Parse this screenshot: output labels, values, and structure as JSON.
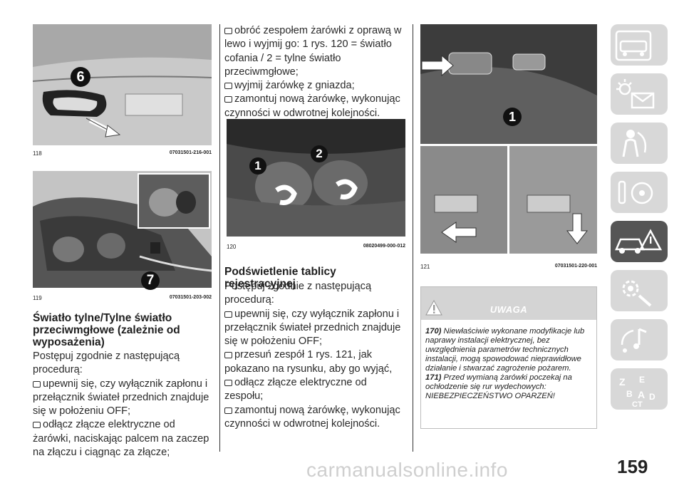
{
  "figures": {
    "f118": {
      "number": "118",
      "code": "07031501-216-001",
      "callout": "6"
    },
    "f119": {
      "number": "119",
      "code": "07031501-203-002",
      "callout": "7"
    },
    "f120": {
      "number": "120",
      "code": "08020499-000-012",
      "callout_a": "1",
      "callout_b": "2"
    },
    "f121": {
      "number": "121",
      "code": "07031501-220-001",
      "callout": "1"
    }
  },
  "section_rear_fog": {
    "heading": "Światło tylne/Tylne światło przeciwmgłowe (zależnie od wyposażenia)",
    "intro": "Postępuj zgodnie z następującą procedurą:",
    "steps": [
      "upewnij się, czy wyłącznik zapłonu i przełącznik świateł przednich znajduje się w położeniu OFF;",
      "odłącz złącze elektryczne od żarówki, naciskając palcem na zaczep na złączu i ciągnąc za złącze;"
    ]
  },
  "section_middle_top": {
    "steps": [
      "obróć zespołem żarówki z oprawą w lewo i wyjmij go: 1 rys. 120 = światło cofania / 2 = tylne światło przeciwmgłowe;",
      "wyjmij żarówkę z gniazda;",
      "zamontuj nową żarówkę, wykonując czynności w odwrotnej kolejności."
    ]
  },
  "section_plate": {
    "heading": "Podświetlenie tablicy rejestracyjnej",
    "intro": "Postępuj zgodnie z następującą procedurą:",
    "steps": [
      "upewnij się, czy wyłącznik zapłonu i przełącznik świateł przednich znajduje się w położeniu OFF;",
      "przesuń zespół 1 rys. 121, jak pokazano na rysunku, aby go wyjąć,",
      "odłącz złącze elektryczne od zespołu;",
      "zamontuj nową żarówkę, wykonując czynności w odwrotnej kolejności."
    ]
  },
  "warning": {
    "title": "UWAGA",
    "icon": "warning-triangle-icon",
    "items": [
      {
        "num": "170)",
        "text": "Niewłaściwie wykonane modyfikacje lub naprawy instalacji elektrycznej, bez uwzględnienia parametrów technicznych instalacji, mogą spowodować nieprawidłowe działanie i stwarzać zagrożenie pożarem."
      },
      {
        "num": "171)",
        "text": "Przed wymianą żarówki poczekaj na ochłodzenie się rur wydechowych: NIEBEZPIECZEŃSTWO OPARZEŃ!"
      }
    ]
  },
  "page_number": "159",
  "watermark": "carmanualsonline.info",
  "tabs": [
    {
      "icon": "car-dashboard-icon",
      "active": false
    },
    {
      "icon": "lights-mail-icon",
      "active": false
    },
    {
      "icon": "safety-airbag-icon",
      "active": false
    },
    {
      "icon": "key-steering-icon",
      "active": false
    },
    {
      "icon": "car-warning-icon",
      "active": true
    },
    {
      "icon": "gear-wrench-icon",
      "active": false
    },
    {
      "icon": "music-nav-icon",
      "active": false
    },
    {
      "icon": "index-letters-icon",
      "active": false
    }
  ],
  "colors": {
    "tab_bg": "#d8d8d8",
    "tab_active": "#555555",
    "warning_header": "#d4d4d4"
  }
}
